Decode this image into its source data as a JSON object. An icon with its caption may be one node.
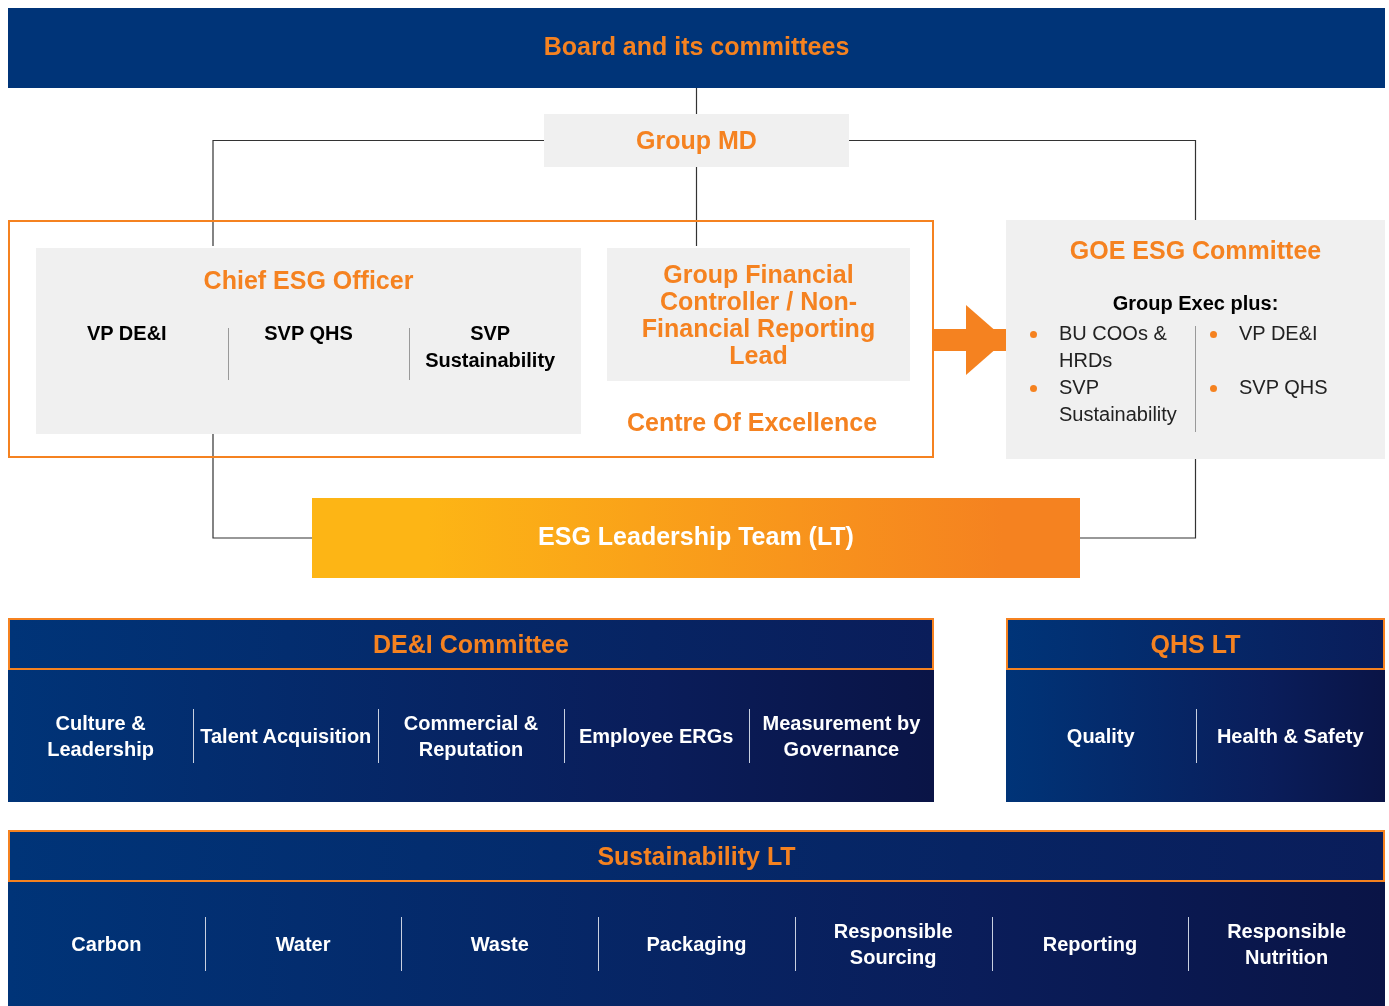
{
  "diagram": {
    "nodes": [
      {
        "text": [
          "Board and its committees"
        ]
      },
      {
        "text": [
          "Group MD"
        ]
      },
      {
        "text": [
          "Centre Of Excellence"
        ]
      },
      {
        "text": [
          "Chief ESG Officer",
          "VP DE&I",
          "SVP QHS",
          "SVP Sustainability"
        ],
        "in": 2
      },
      {
        "text": [
          "Group Financial Controller / Non-Financial Reporting Lead"
        ],
        "in": 2
      },
      {
        "text": [
          "GOE ESG Committee",
          "Group Exec plus:",
          "BU COOs & HRDs",
          "VP DE&I",
          "SVP Sustainability",
          "SVP QHS"
        ]
      },
      {
        "text": [
          "ESG Leadership Team (LT)"
        ]
      },
      {
        "text": [
          "DE&I Committee",
          "Culture & Leadership",
          "Talent Acquisition",
          "Commercial & Reputation",
          "Employee ERGs",
          "Measurement by Governance"
        ]
      },
      {
        "text": [
          "QHS LT",
          "Quality",
          "Health & Safety"
        ]
      },
      {
        "text": [
          "Sustainability LT",
          "Carbon",
          "Water",
          "Waste",
          "Packaging",
          "Responsible Sourcing",
          "Reporting",
          "Responsible Nutrition"
        ]
      }
    ],
    "edges": [
      {
        "from": 0,
        "to": 1,
        "arrow": "none"
      },
      {
        "from": 1,
        "to": 3,
        "arrow": "none"
      },
      {
        "from": 1,
        "to": 4,
        "arrow": "none"
      },
      {
        "from": 1,
        "to": 5,
        "arrow": "none"
      },
      {
        "from": 3,
        "to": 6,
        "arrow": "none"
      },
      {
        "from": 5,
        "to": 6,
        "arrow": "none"
      },
      {
        "from": 2,
        "to": 5,
        "arrow": "to",
        "style": "thick",
        "color": "#f58220"
      }
    ]
  }
}
